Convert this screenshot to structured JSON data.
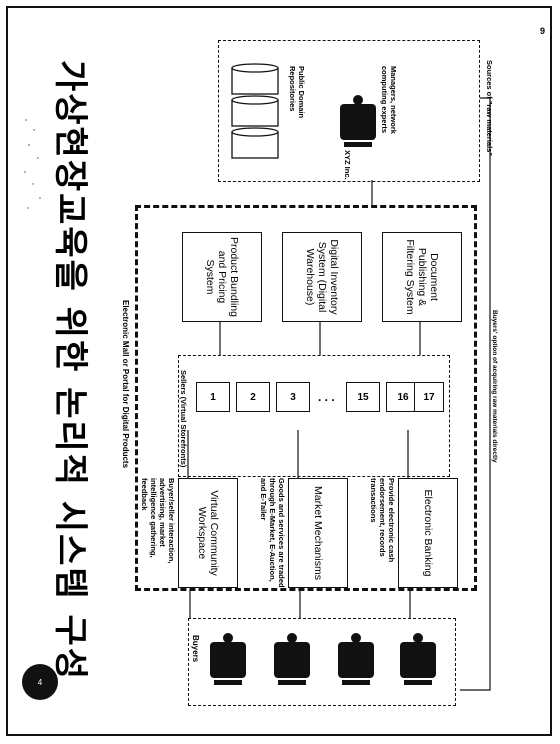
{
  "slide": {
    "title": "가상현장교육을 위한 논리적 시스템 구성",
    "page_number": "9",
    "bullet_number": "4"
  },
  "diagram": {
    "mall_label": "Electronic Mall or Portal for Digital Products",
    "buyers_label": "Buyers",
    "sellers_label": "Sellers (Virtual Storefronts)",
    "sources_label": "Sources of \"raw materials\"",
    "buyers_option_label": "Buyers' option of acquiring raw materials directly",
    "left_boxes": [
      {
        "title": "Virtual Community Workspace",
        "caption": "Buyer/seller interaction, advertising, market intelligence gathering, feedback"
      },
      {
        "title": "Market Mechanisms",
        "caption": "Goods and services are traded through E-Market, E-Auction, and E-Tailer"
      },
      {
        "title": "Electronic Banking",
        "caption": "Provide electronic cash endorsement, records transactions"
      }
    ],
    "right_boxes": [
      {
        "title": "Product Bundling and Pricing System"
      },
      {
        "title": "Digital Inventory System (Digital Warehouse)"
      },
      {
        "title": "Document Publishing & Filtering System"
      }
    ],
    "sellers": [
      "1",
      "2",
      "3",
      "15",
      "16",
      "17"
    ],
    "ellipsis": ". . .",
    "sources": {
      "repositories": "Public Domain Repositories",
      "company": "XYZ Inc.",
      "experts": "Managers, network computing experts"
    }
  }
}
